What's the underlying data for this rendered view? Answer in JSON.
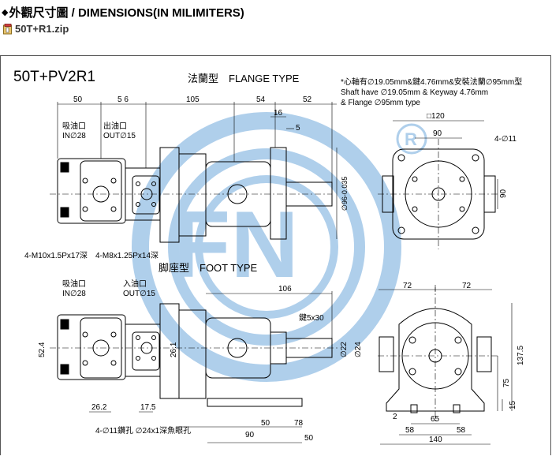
{
  "header": {
    "bullet": "◆",
    "title": "外觀尺寸圖 / DIMENSIONS(IN MILIMITERS)",
    "file_link": "50T+R1.zip"
  },
  "drawing": {
    "model": "50T+PV2R1",
    "flange_title": "法蘭型　FLANGE TYPE",
    "foot_title": "脚座型　FOOT TYPE",
    "notes": [
      "*心軸有∅19.05mm&鍵4.76mm&安裝法蘭∅95mm型",
      "Shaft have ∅19.05mm & Keyway 4.76mm",
      "& Flange  ∅95mm type"
    ],
    "flange_labels": {
      "d50": "50",
      "d56": "5 6",
      "d105": "105",
      "d54": "54",
      "d52": "52",
      "d16": "16",
      "d5": "5",
      "inlet": "吸油口",
      "inlet_size": "IN∅28",
      "outlet": "出油口",
      "outlet_size": "OUT∅15",
      "dia96": "∅96-0.035",
      "thread1": "4-M10x1.5Px17深",
      "thread2": "4-M8x1.25Px14深",
      "sq120": "□120",
      "d90": "90",
      "holes": "4-∅11",
      "v90": "90"
    },
    "foot_labels": {
      "inlet": "吸油口",
      "inlet_size": "IN∅28",
      "outlet": "入油口",
      "outlet_size": "OUT∅15",
      "d106": "106",
      "key": "鍵5x30",
      "h524": "52.4",
      "h261": "26.1",
      "d262": "26.2",
      "d175": "17.5",
      "dia22": "∅22",
      "dia24": "∅24",
      "d72a": "72",
      "d72b": "72",
      "h1375": "137.5",
      "h75": "75",
      "h15": "15",
      "d2": "2",
      "d65": "65",
      "d58a": "58",
      "d58b": "58",
      "d140": "140",
      "holes": "4-∅11鑽孔 ∅24x1深魚眼孔",
      "d90": "90",
      "d50": "50",
      "d78": "78",
      "d50b": "50"
    },
    "watermark": "FN"
  }
}
